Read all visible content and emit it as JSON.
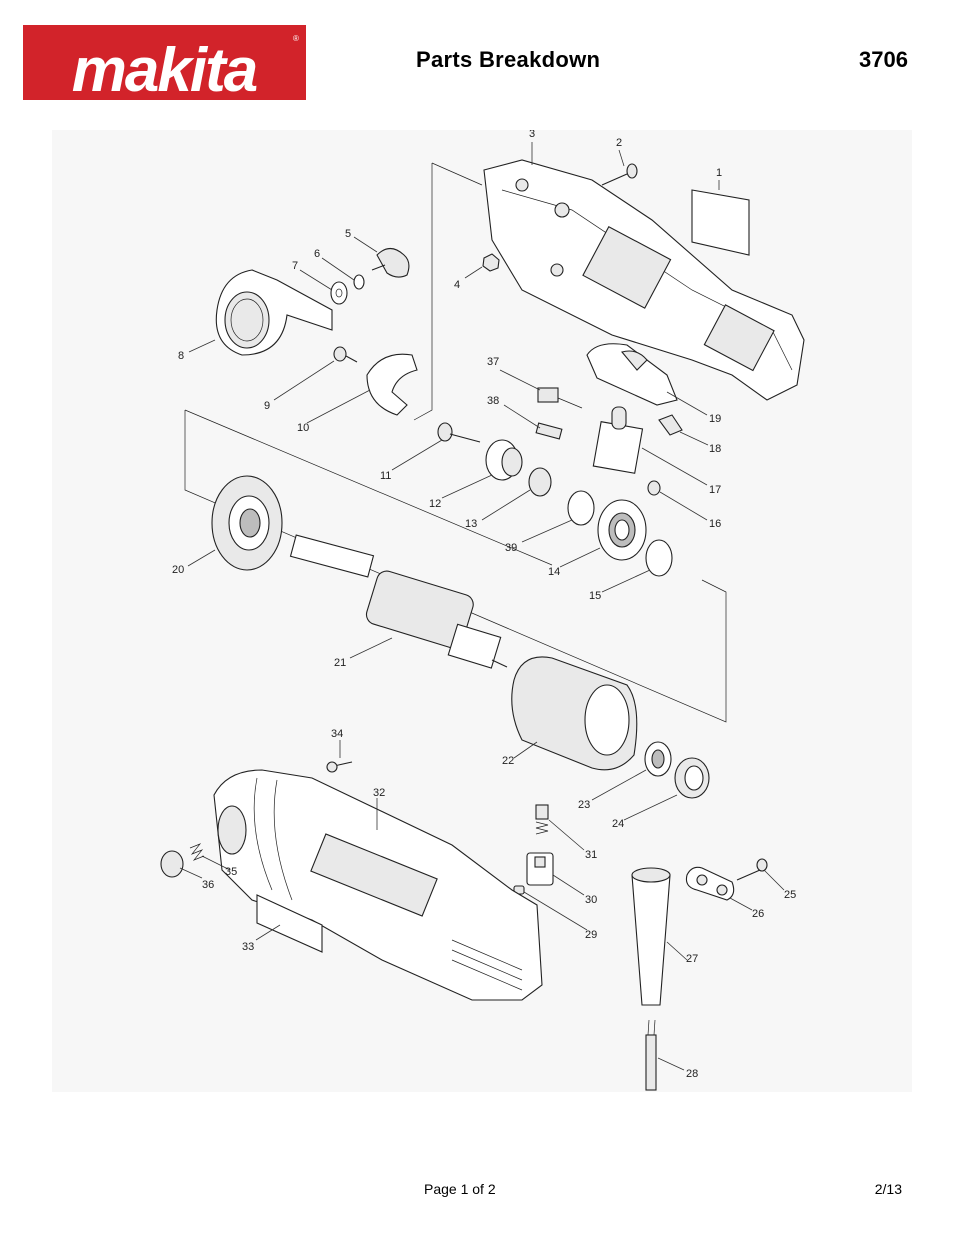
{
  "header": {
    "logo_text": "makita",
    "title": "Parts Breakdown",
    "model": "3706"
  },
  "diagram": {
    "callouts": [
      "1",
      "2",
      "3",
      "4",
      "5",
      "6",
      "7",
      "8",
      "9",
      "10",
      "11",
      "12",
      "13",
      "14",
      "15",
      "16",
      "17",
      "18",
      "19",
      "20",
      "21",
      "22",
      "23",
      "24",
      "25",
      "26",
      "27",
      "28",
      "29",
      "30",
      "31",
      "32",
      "33",
      "34",
      "35",
      "36",
      "37",
      "38",
      "39"
    ]
  },
  "footer": {
    "page": "Page 1 of 2",
    "date": "2/13"
  },
  "colors": {
    "brand_red": "#d2232a",
    "diagram_background": "#f7f7f7"
  }
}
